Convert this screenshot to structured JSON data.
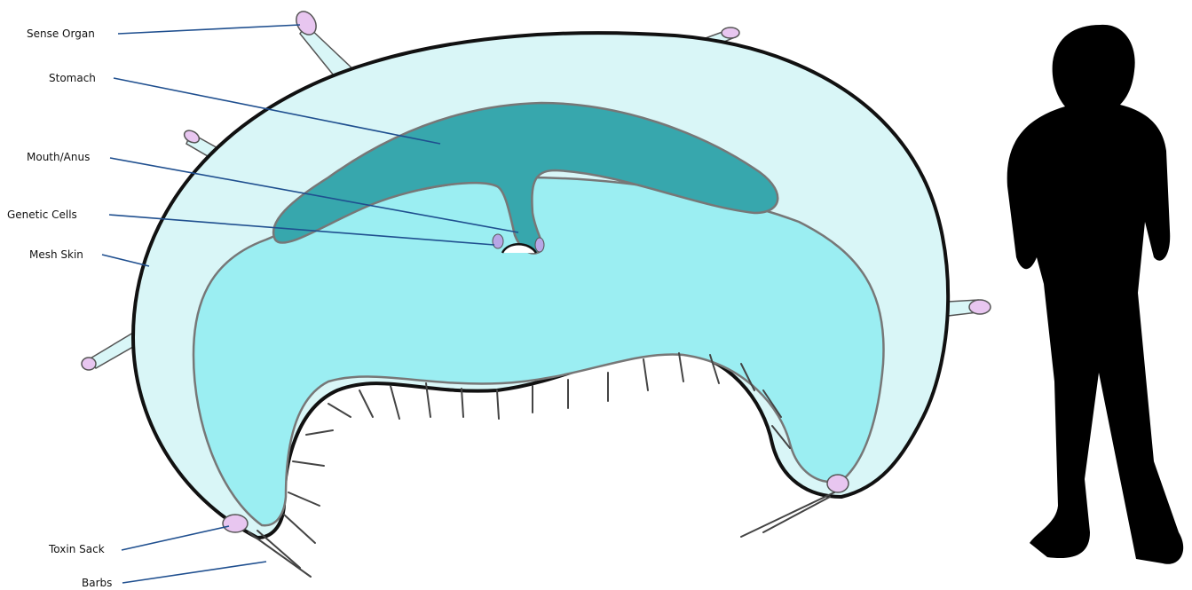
{
  "labels": {
    "sense_organ": "Sense Organ",
    "stomach": "Stomach",
    "mouth_anus": "Mouth/Anus",
    "genetic_cells": "Genetic Cells",
    "mesh_skin": "Mesh Skin",
    "toxin_sack": "Toxin Sack",
    "barbs": "Barbs"
  },
  "colors": {
    "outer_body": "#d9f6f7",
    "inner_body": "#9beef2",
    "stomach": "#37a7ad",
    "organ_pink": "#e8c6f0",
    "outline": "#111111",
    "leader_line": "#1f4f8f",
    "human_silhouette": "#000000"
  }
}
